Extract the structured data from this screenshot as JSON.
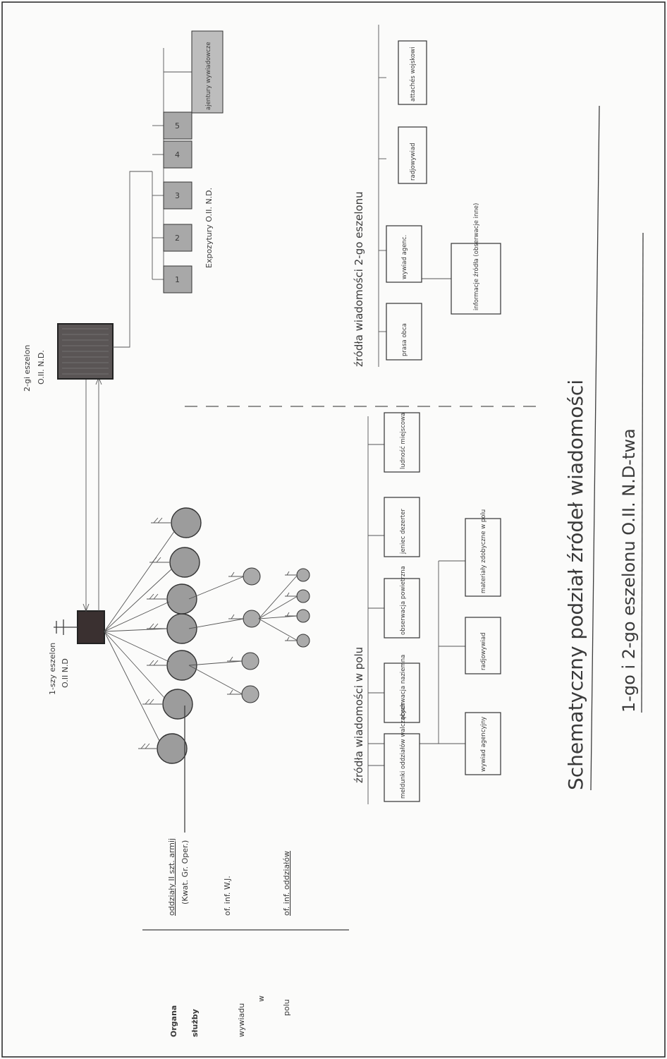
{
  "first_echelon": {
    "line1": "1-szy eszelon",
    "line2": "O.II N.D"
  },
  "second_echelon": {
    "line1": "2-gi eszelon",
    "line2": "O.II. N.D."
  },
  "expositures": {
    "boxes": [
      "1",
      "2",
      "3",
      "4",
      "5"
    ],
    "label": "Expozytury O.II. N.D.",
    "extra_box": "ajentury wywiadowcze"
  },
  "organs": {
    "heading": [
      "Organa",
      "służby",
      "wywiadu",
      "w",
      "polu"
    ],
    "items": [
      "oddziały II szt. armij",
      "(Kwat. Gr. Oper.)",
      "of. inf. W.J.",
      "of. inf. oddziałów"
    ]
  },
  "sources_field": {
    "title": "źródła wiadomości w polu",
    "top_boxes": [
      "meldunki oddziałów walczących",
      "obserwacja naziemna",
      "obserwacja powietrzna",
      "jeniec dezerter",
      "ludność miejscowa"
    ],
    "bottom_boxes": [
      "wywiad agencyjny",
      "radjowywiad",
      "materiały zdobyczne w polu"
    ]
  },
  "sources_second": {
    "title": "źródła wiadomości 2-go eszelonu",
    "top_boxes": [
      "prasa obca",
      "wywiad agenc.",
      "radjowywiad",
      "attachés wojskowi"
    ],
    "bottom_boxes": [
      "informacje źródła (obserwacje inne)"
    ]
  },
  "caption": {
    "line1": "Schematyczny podział źródeł wiadomości",
    "line2": "1-go i 2-go eszelonu O.II. N.D-twa"
  }
}
